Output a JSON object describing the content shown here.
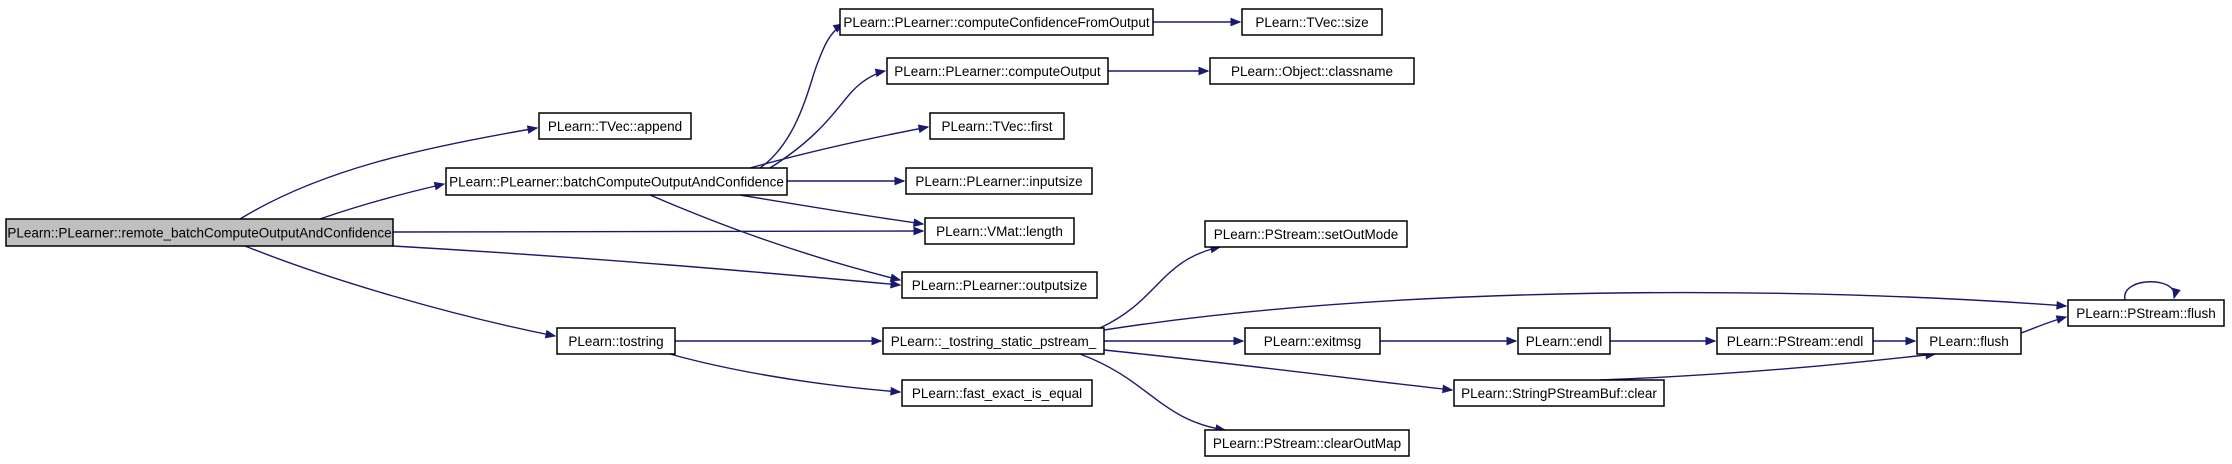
{
  "diagram": {
    "type": "call-graph",
    "colors": {
      "edge": "#191970",
      "node_fill": "#ffffff",
      "root_fill": "#bfbfbf",
      "border": "#000000"
    },
    "nodes": [
      {
        "id": "remote",
        "label": "PLearn::PLearner::remote_batchComputeOutputAndConfidence",
        "root": true
      },
      {
        "id": "append",
        "label": "PLearn::TVec::append"
      },
      {
        "id": "batch",
        "label": "PLearn::PLearner::batchComputeOutputAndConfidence"
      },
      {
        "id": "length",
        "label": "PLearn::VMat::length"
      },
      {
        "id": "outputsize",
        "label": "PLearn::PLearner::outputsize"
      },
      {
        "id": "tostring",
        "label": "PLearn::tostring"
      },
      {
        "id": "ccfo",
        "label": "PLearn::PLearner::computeConfidenceFromOutput"
      },
      {
        "id": "computeoutput",
        "label": "PLearn::PLearner::computeOutput"
      },
      {
        "id": "first",
        "label": "PLearn::TVec::first"
      },
      {
        "id": "inputsize",
        "label": "PLearn::PLearner::inputsize"
      },
      {
        "id": "size",
        "label": "PLearn::TVec::size"
      },
      {
        "id": "classname",
        "label": "PLearn::Object::classname"
      },
      {
        "id": "static",
        "label": "PLearn::_tostring_static_pstream_"
      },
      {
        "id": "fast",
        "label": "PLearn::fast_exact_is_equal"
      },
      {
        "id": "setoutmode",
        "label": "PLearn::PStream::setOutMode"
      },
      {
        "id": "pflush",
        "label": "PLearn::PStream::flush"
      },
      {
        "id": "exitmsg",
        "label": "PLearn::exitmsg"
      },
      {
        "id": "sbclear",
        "label": "PLearn::StringPStreamBuf::clear"
      },
      {
        "id": "clearoutmap",
        "label": "PLearn::PStream::clearOutMap"
      },
      {
        "id": "endl",
        "label": "PLearn::endl"
      },
      {
        "id": "pendl",
        "label": "PLearn::PStream::endl"
      },
      {
        "id": "flush",
        "label": "PLearn::flush"
      }
    ],
    "edges": [
      {
        "from": "remote",
        "to": "append"
      },
      {
        "from": "remote",
        "to": "batch"
      },
      {
        "from": "remote",
        "to": "length"
      },
      {
        "from": "remote",
        "to": "outputsize"
      },
      {
        "from": "remote",
        "to": "tostring"
      },
      {
        "from": "batch",
        "to": "ccfo"
      },
      {
        "from": "batch",
        "to": "computeoutput"
      },
      {
        "from": "batch",
        "to": "first"
      },
      {
        "from": "batch",
        "to": "inputsize"
      },
      {
        "from": "batch",
        "to": "length"
      },
      {
        "from": "batch",
        "to": "outputsize"
      },
      {
        "from": "ccfo",
        "to": "size"
      },
      {
        "from": "computeoutput",
        "to": "classname"
      },
      {
        "from": "tostring",
        "to": "static"
      },
      {
        "from": "tostring",
        "to": "fast"
      },
      {
        "from": "static",
        "to": "setoutmode"
      },
      {
        "from": "static",
        "to": "pflush"
      },
      {
        "from": "static",
        "to": "exitmsg"
      },
      {
        "from": "static",
        "to": "sbclear"
      },
      {
        "from": "static",
        "to": "clearoutmap"
      },
      {
        "from": "exitmsg",
        "to": "endl"
      },
      {
        "from": "endl",
        "to": "pendl"
      },
      {
        "from": "pendl",
        "to": "flush"
      },
      {
        "from": "sbclear",
        "to": "flush"
      },
      {
        "from": "flush",
        "to": "pflush"
      },
      {
        "from": "pflush",
        "to": "pflush"
      }
    ]
  }
}
